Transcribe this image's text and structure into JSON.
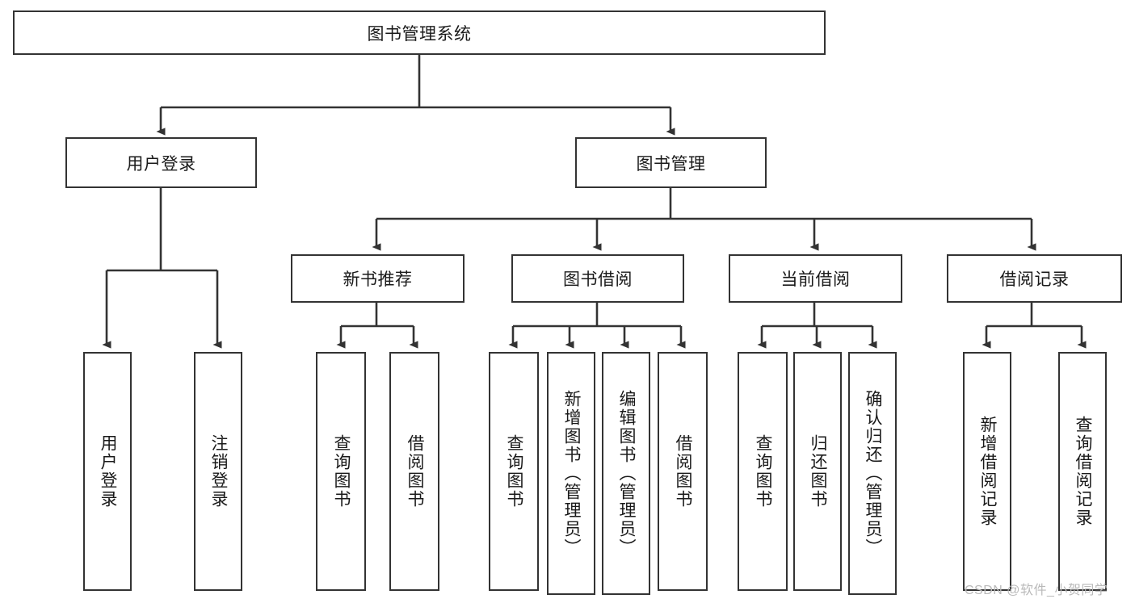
{
  "diagram": {
    "title_node": {
      "label": "图书管理系统"
    },
    "level1": [
      {
        "id": "user-login",
        "label": "用户登录"
      },
      {
        "id": "book-management",
        "label": "图书管理"
      }
    ],
    "level2": [
      {
        "id": "new-book-recommend",
        "label": "新书推荐"
      },
      {
        "id": "book-borrow",
        "label": "图书借阅"
      },
      {
        "id": "current-borrow",
        "label": "当前借阅"
      },
      {
        "id": "borrow-record",
        "label": "借阅记录"
      }
    ],
    "leaves": {
      "user_login": [
        {
          "id": "leaf-user-login",
          "label": "用户登录"
        },
        {
          "id": "leaf-user-logout",
          "label": "注销登录"
        }
      ],
      "new_book_recommend": [
        {
          "id": "leaf-query-book-1",
          "label": "查询图书"
        },
        {
          "id": "leaf-borrow-book-1",
          "label": "借阅图书"
        }
      ],
      "book_borrow": [
        {
          "id": "leaf-query-book-2",
          "label": "查询图书"
        },
        {
          "id": "leaf-add-book",
          "label": "新增图书（管理员）"
        },
        {
          "id": "leaf-edit-book",
          "label": "编辑图书（管理员）"
        },
        {
          "id": "leaf-borrow-book-2",
          "label": "借阅图书"
        }
      ],
      "current_borrow": [
        {
          "id": "leaf-query-book-3",
          "label": "查询图书"
        },
        {
          "id": "leaf-return-book",
          "label": "归还图书"
        },
        {
          "id": "leaf-confirm-return",
          "label": "确认归还（管理员）"
        }
      ],
      "borrow_record": [
        {
          "id": "leaf-add-record",
          "label": "新增借阅记录"
        },
        {
          "id": "leaf-query-record",
          "label": "查询借阅记录"
        }
      ]
    },
    "watermark": {
      "text": "CSDN @软件_小贺同学"
    },
    "colors": {
      "stroke": "#333333",
      "node_fill": "#ffffff",
      "text": "#1a1a1a",
      "background": "#ffffff",
      "watermark": "#b9b9b9"
    }
  }
}
